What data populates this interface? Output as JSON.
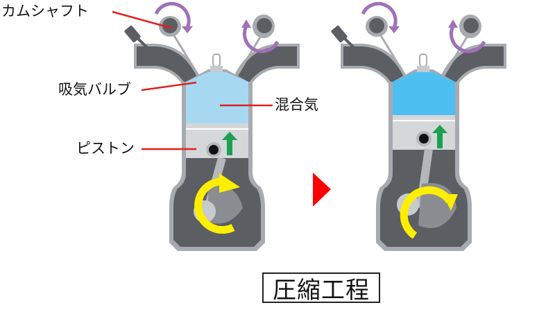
{
  "title": "圧縮工程",
  "labels": {
    "camshaft": "カムシャフト",
    "intake_valve": "吸気バルブ",
    "mixture": "混合気",
    "piston": "ピストン"
  },
  "colors": {
    "engine_dark": "#5b5e63",
    "engine_light": "#a7abb0",
    "mixture_before": "#a6d8f2",
    "mixture_after": "#4dbff0",
    "cam_arrow": "#a070b8",
    "crank_arrow": "#ffee00",
    "piston_arrow": "#1aa050",
    "leader_line": "#e02020",
    "transition_arrow": "#ff0000"
  },
  "panels": [
    {
      "name": "before",
      "piston_direction": "up",
      "mixture_state": "uncompressed"
    },
    {
      "name": "after",
      "piston_direction": "up",
      "mixture_state": "compressed"
    }
  ]
}
